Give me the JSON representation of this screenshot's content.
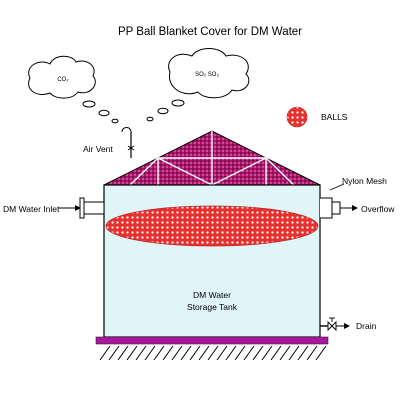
{
  "title": "PP Ball Blanket Cover for DM Water",
  "clouds": {
    "left_gas": "CO₂",
    "right_gas": "SO₂ SO₃"
  },
  "labels": {
    "balls": "BALLS",
    "air_vent": "Air Vent",
    "nylon_mesh": "Nylon Mesh",
    "inlet": "DM Water Inlet",
    "overflow": "Overflow",
    "drain": "Drain",
    "tank_line1": "DM Water",
    "tank_line2": "Storage Tank"
  },
  "colors": {
    "water": "#dff5f8",
    "ball_red": "#e8312e",
    "ball_highlight": "#ffffff",
    "roof_purple": "#b0146e",
    "base_purple": "#a5199a",
    "outline": "#000000"
  }
}
